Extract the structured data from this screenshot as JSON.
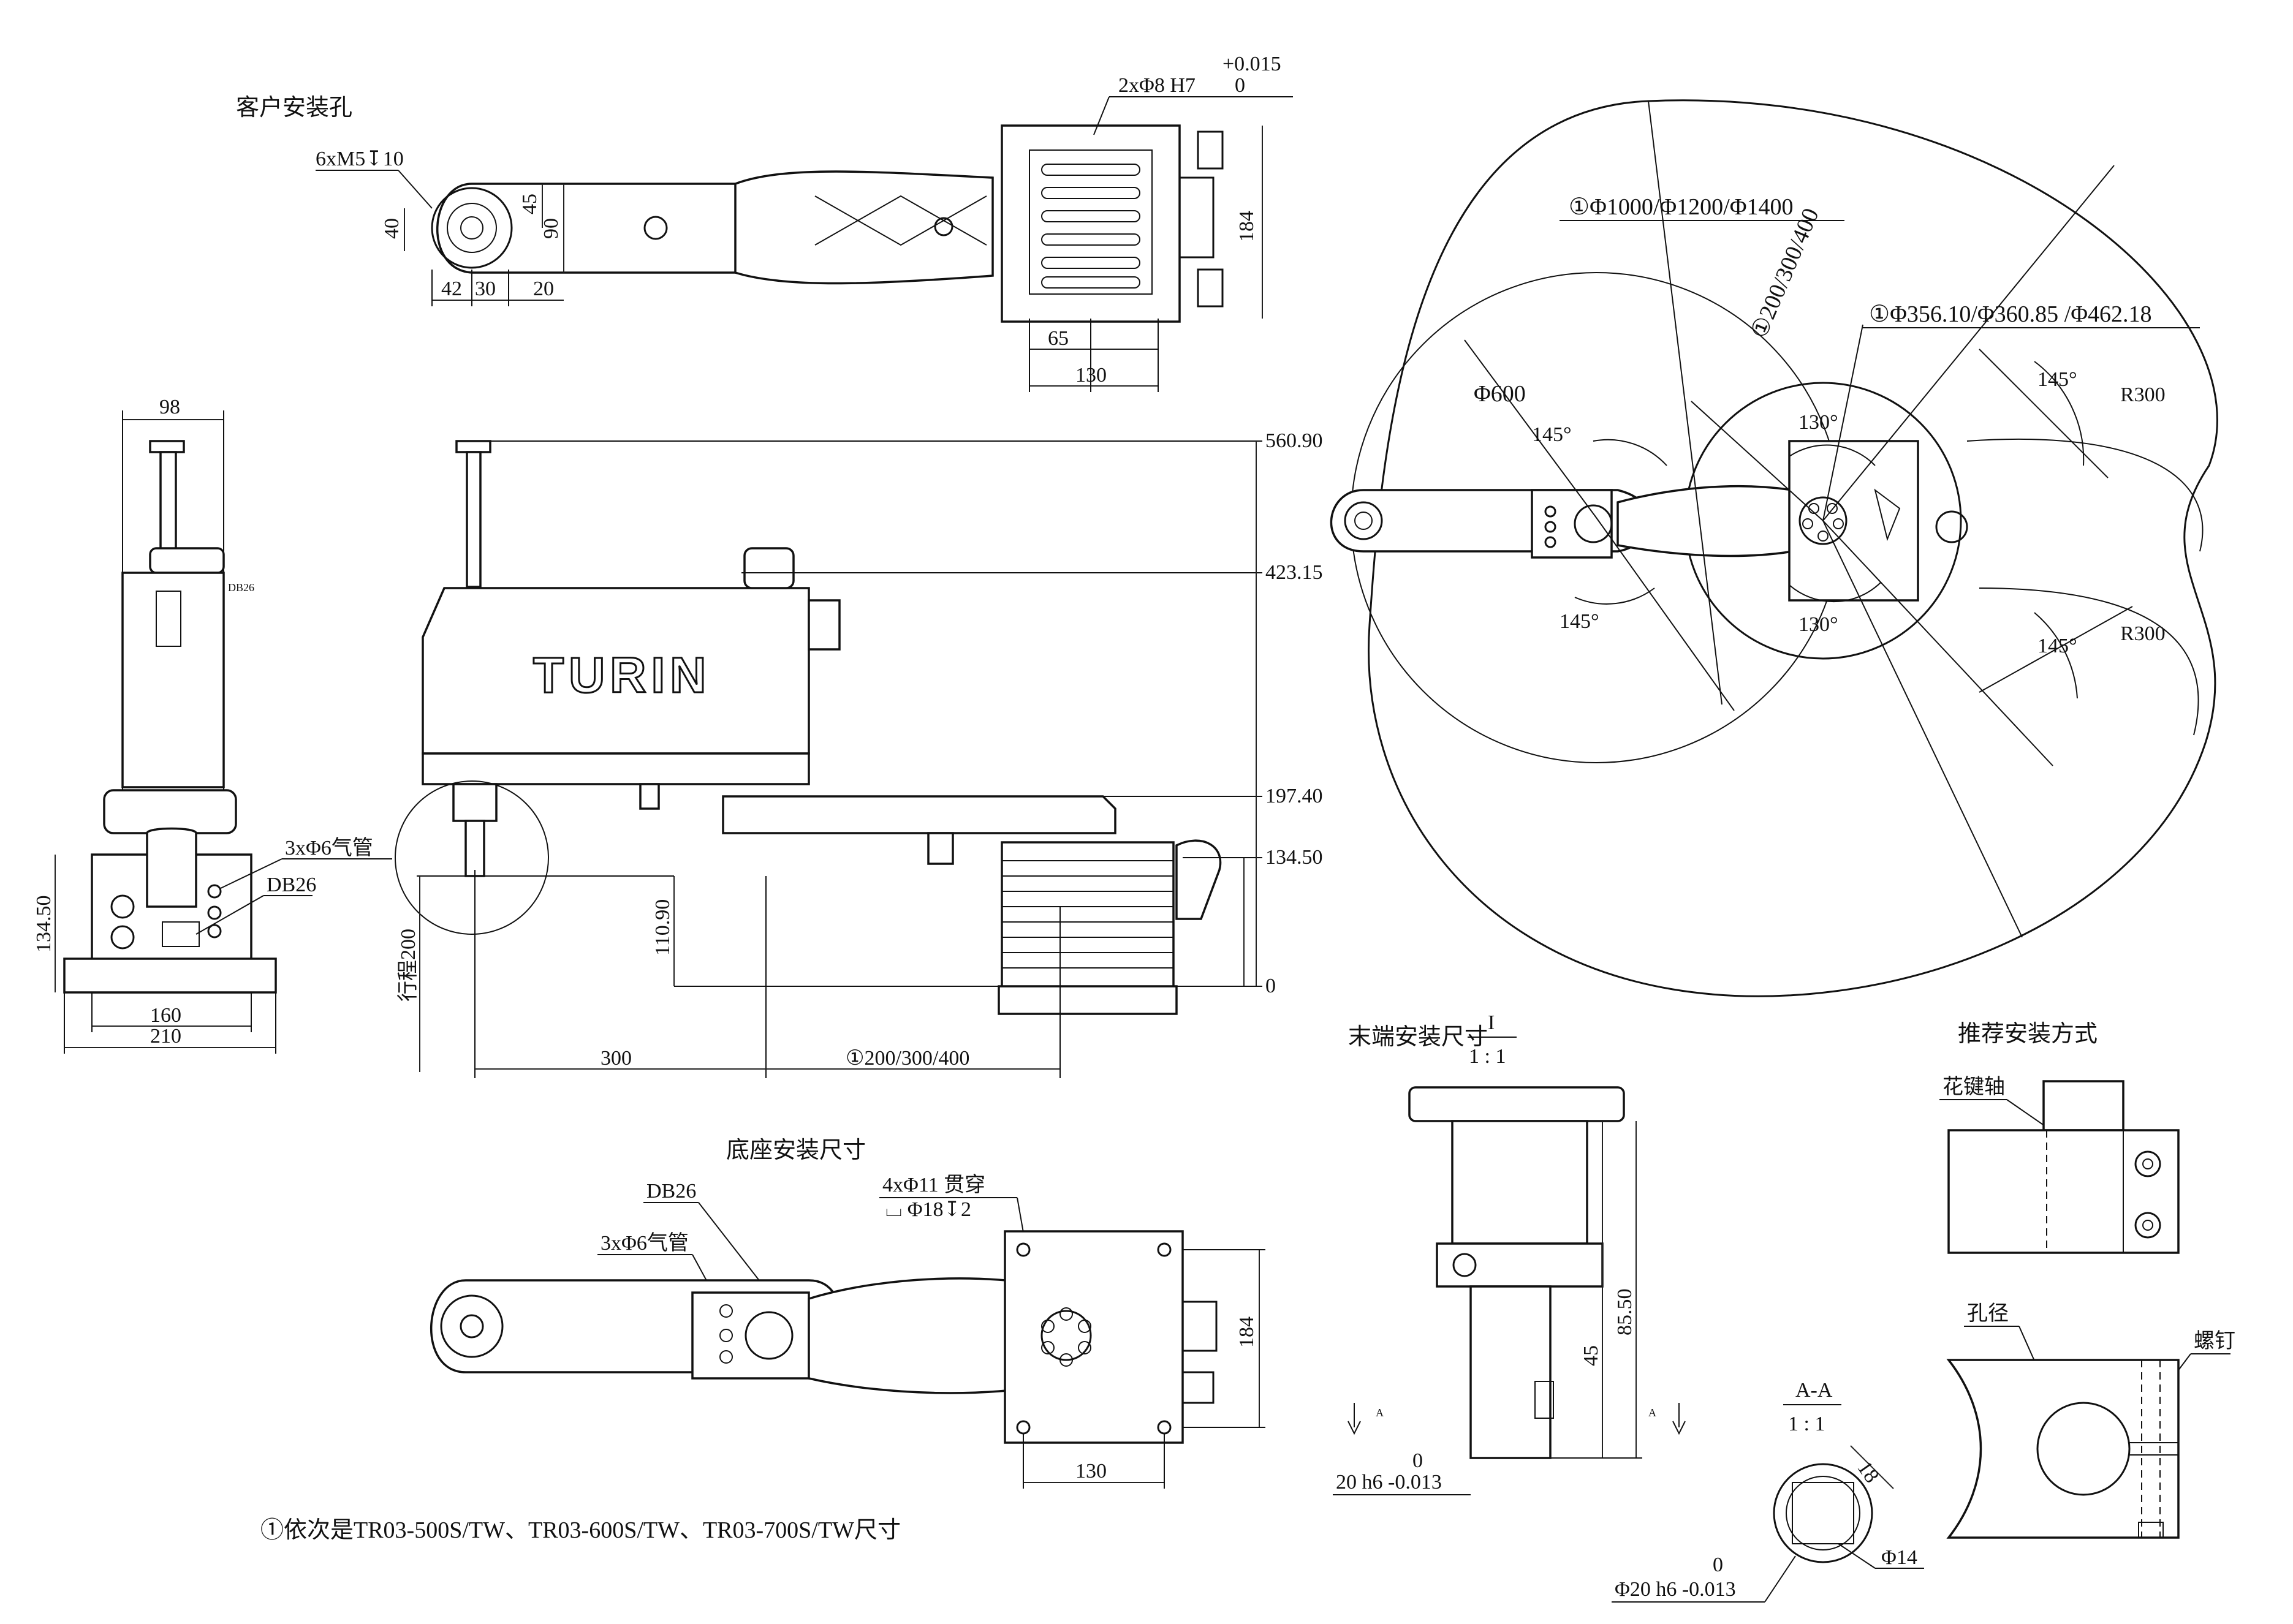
{
  "views": {
    "top_arm": {
      "title": "客户安装孔",
      "hole_spec": "6xM5↧10",
      "pin_spec": "2xΦ8  H7",
      "pin_tol_upper": "+0.015",
      "pin_tol_lower": "0",
      "dims": {
        "d45": "45",
        "d40": "40",
        "d90": "90",
        "d42": "42",
        "d30": "30",
        "d20": "20",
        "d184": "184",
        "d65": "65",
        "d130": "130"
      }
    },
    "side_view": {
      "width_98": "98",
      "db26_small": "DB26",
      "tube_spec": "3xΦ6气管",
      "db26": "DB26",
      "h134": "134.50",
      "w160": "160",
      "w210": "210"
    },
    "front_view": {
      "brand": "TURIN",
      "h560": "560.90",
      "h423": "423.15",
      "h197": "197.40",
      "h134": "134.50",
      "h0": "0",
      "d110": "110.90",
      "stroke": "行程200",
      "d300": "300",
      "d_reach": "①200/300/400"
    },
    "workspace": {
      "diam_outer": "①Φ1000/Φ1200/Φ1400",
      "arm_len": "①200/300/400",
      "diam_inner": "①Φ356.10/Φ360.85 /Φ462.18",
      "d600": "Φ600",
      "a145_1": "145°",
      "a145_2": "145°",
      "a145_3": "145°",
      "a145_4": "145°",
      "a130_1": "130°",
      "a130_2": "130°",
      "r300_1": "R300",
      "r300_2": "R300"
    },
    "base_mount": {
      "title": "底座安装尺寸",
      "hole_spec": "4xΦ11  贯穿",
      "cbore_spec": "⌴  Φ18↧2",
      "db26": "DB26",
      "tube_spec": "3xΦ6气管",
      "d184": "184",
      "d130": "130"
    },
    "end_mount": {
      "title": "末端安装尺寸",
      "scale_label": "I",
      "scale": "1 : 1",
      "d85": "85.50",
      "d45": "45",
      "tol_lower_0": "0",
      "shaft_fit": "20  h6  -0.013",
      "sec_a_left": "A",
      "sec_a_right": "A"
    },
    "section_aa": {
      "title": "A-A",
      "scale": "1 : 1",
      "d18": "18",
      "d14": "Φ14",
      "tol_0": "0",
      "shaft_fit": "Φ20  h6  -0.013"
    },
    "recommended": {
      "title": "推荐安装方式",
      "spline": "花键轴",
      "bore": "孔径",
      "screw": "螺钉"
    },
    "footnote": "①依次是TR03-500S/TW、TR03-600S/TW、TR03-700S/TW尺寸"
  }
}
